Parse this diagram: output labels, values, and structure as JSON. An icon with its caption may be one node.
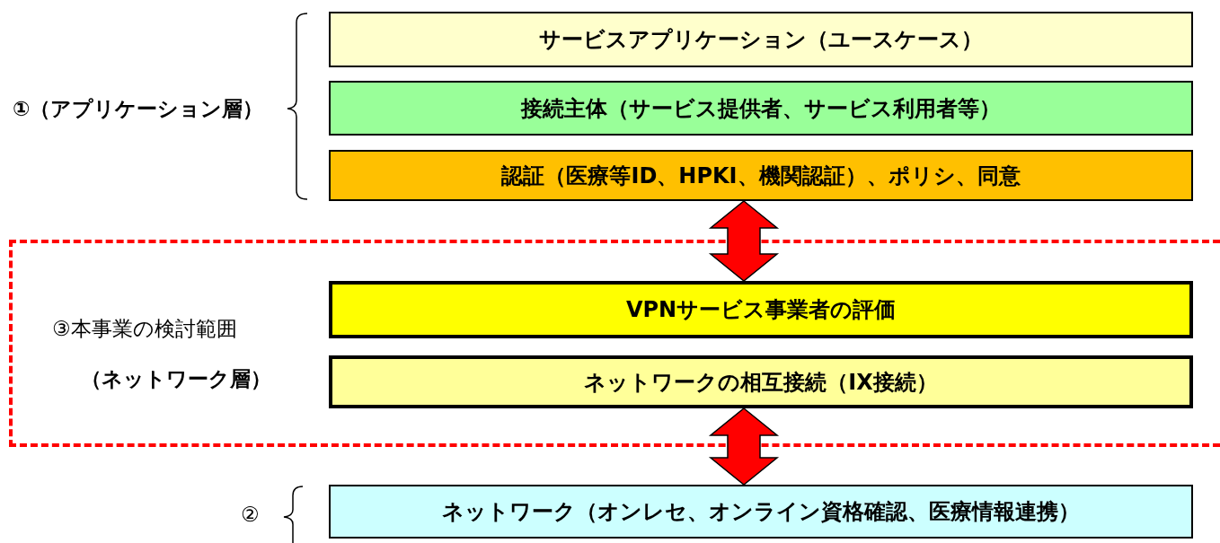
{
  "diagram": {
    "nodes": [
      {
        "text": [
          "サービスアプリケーション（ユースケース）"
        ]
      },
      {
        "text": [
          "接続主体（サービス提供者、サービス利用者等）"
        ]
      },
      {
        "text": [
          "認証（医療等ID、HPKI、機関認証）、ポリシ、同意"
        ]
      },
      {
        "text": [
          "③本事業の検討範囲",
          "（ネットワーク層）"
        ]
      },
      {
        "text": [
          "VPNサービス事業者の評価"
        ],
        "in": 3
      },
      {
        "text": [
          "ネットワークの相互接続（IX接続）"
        ],
        "in": 3
      },
      {
        "text": [
          "ネットワーク（オンレセ、オンライン資格確認、医療情報連携）"
        ]
      }
    ],
    "edges": [
      {
        "from": 2,
        "to": 4,
        "arrow": "both"
      },
      {
        "from": 5,
        "to": 6,
        "arrow": "both"
      }
    ],
    "labels": [
      "①（アプリケーション層）",
      "②"
    ]
  }
}
